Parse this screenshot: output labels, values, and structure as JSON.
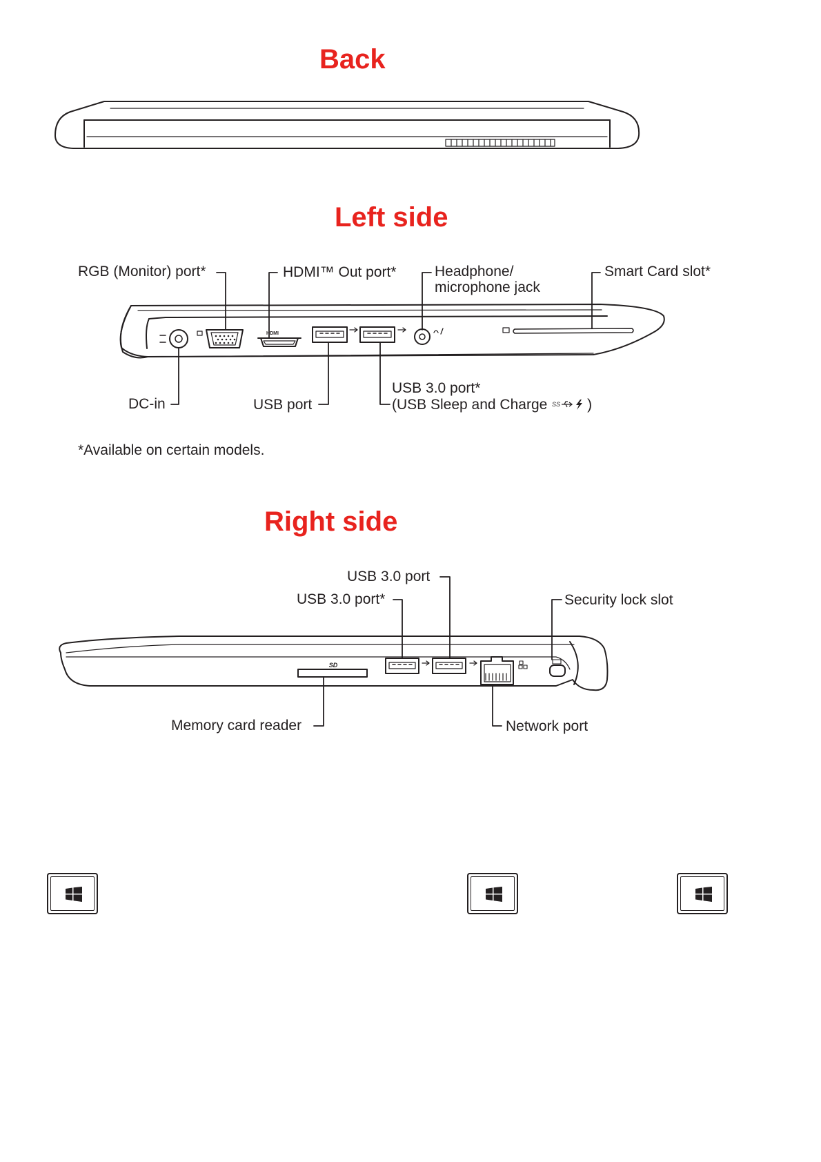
{
  "sections": {
    "back": {
      "title": "Back"
    },
    "left": {
      "title": "Left side",
      "labels": {
        "rgb": "RGB (Monitor) port*",
        "hdmi": "HDMI™ Out port*",
        "headphone_1": "Headphone/",
        "headphone_2": "microphone jack",
        "smartcard": "Smart Card slot*",
        "dcin": "DC-in",
        "usb": "USB port",
        "usb30_1": "USB 3.0 port*",
        "usb30_2": "(USB Sleep and Charge",
        "usb30_2_end": ")"
      },
      "footnote": "*Available on certain models."
    },
    "right": {
      "title": "Right side",
      "labels": {
        "usb30": "USB 3.0 port",
        "usb30_star": "USB 3.0 port*",
        "security": "Security lock slot",
        "memory": "Memory card reader",
        "network": "Network port"
      }
    }
  },
  "port_marks": {
    "hdmi": "HDMI",
    "sd": "SD"
  },
  "icons": [
    "ss-usb-charge-icon",
    "windows-logo-icon"
  ],
  "colors": {
    "heading": "#e8231e",
    "line": "#231f20",
    "body": "#ffffff"
  }
}
